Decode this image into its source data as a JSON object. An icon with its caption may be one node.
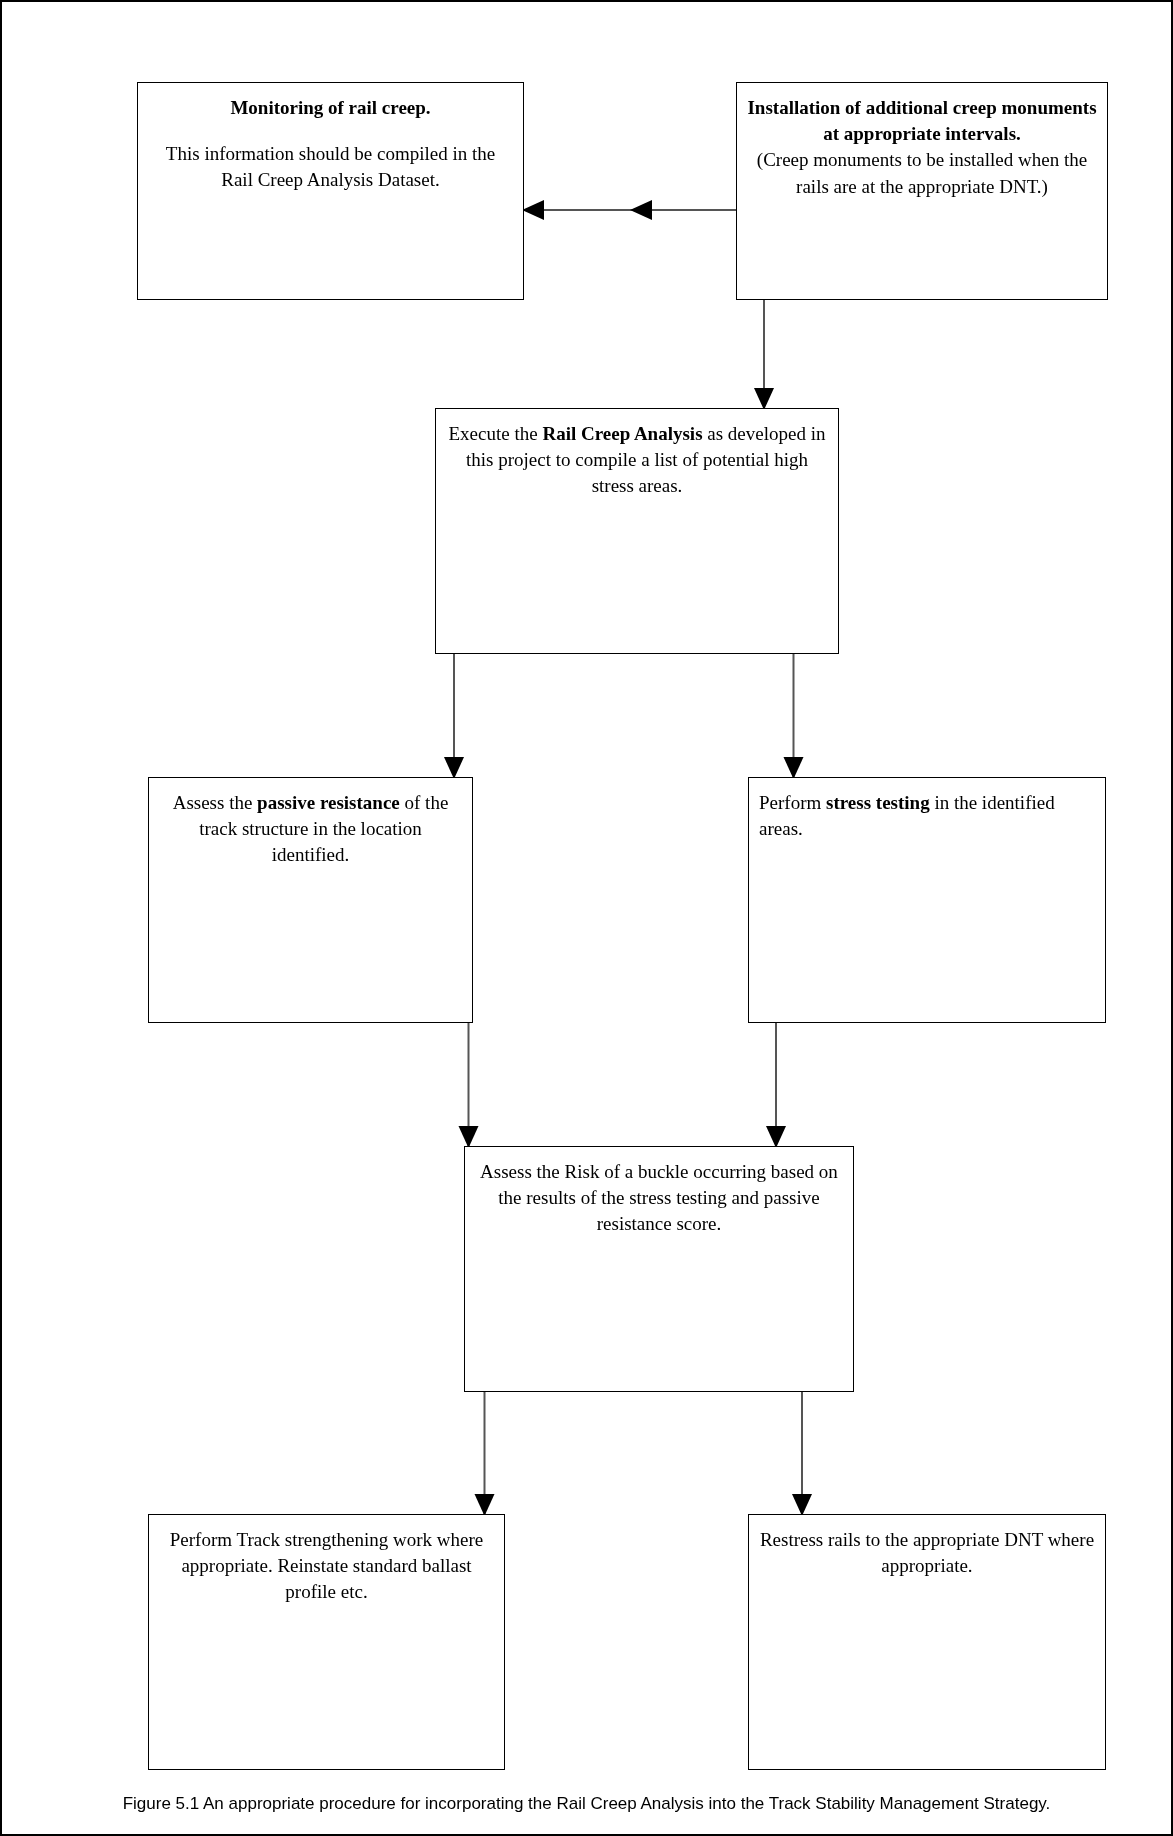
{
  "diagram": {
    "caption": "Figure 5.1 An appropriate procedure for incorporating the Rail Creep Analysis into the Track Stability Management Strategy.",
    "nodes": [
      {
        "text": [
          "Monitoring of rail creep.",
          "This information should be compiled in the Rail Creep Analysis Dataset."
        ]
      },
      {
        "text": [
          "Installation of additional creep monuments at appropriate intervals.",
          "(Creep monuments to be installed when the rails are at the appropriate DNT.)"
        ]
      },
      {
        "text": [
          "Execute the **Rail Creep Analysis** as developed in this project to compile a list of potential high stress areas."
        ]
      },
      {
        "text": [
          "Assess the **passive resistance** of the track structure in the location identified."
        ]
      },
      {
        "text": [
          "Perform **stress testing** in the identified areas."
        ]
      },
      {
        "text": [
          "Assess the Risk of a buckle occurring based on the results of the stress testing and passive resistance score."
        ]
      },
      {
        "text": [
          "Perform Track strengthening work where appropriate. Reinstate standard ballast profile etc."
        ]
      },
      {
        "text": [
          "Restress rails to the appropriate DNT where appropriate."
        ]
      }
    ],
    "edges": [
      {
        "from": 1,
        "to": 0,
        "arrow": "to"
      },
      {
        "from": 1,
        "to": 2,
        "arrow": "to"
      },
      {
        "from": 2,
        "to": 3,
        "arrow": "to"
      },
      {
        "from": 2,
        "to": 4,
        "arrow": "to"
      },
      {
        "from": 3,
        "to": 5,
        "arrow": "to"
      },
      {
        "from": 4,
        "to": 5,
        "arrow": "to"
      },
      {
        "from": 5,
        "to": 6,
        "arrow": "to"
      },
      {
        "from": 5,
        "to": 7,
        "arrow": "to"
      }
    ]
  }
}
